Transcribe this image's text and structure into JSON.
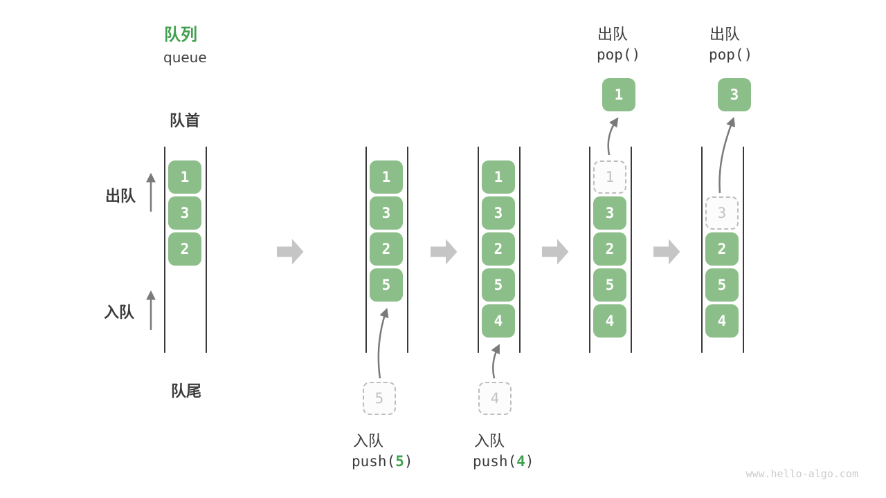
{
  "header": {
    "title": "队列",
    "subtitle": "queue"
  },
  "labels": {
    "front": "队首",
    "rear": "队尾",
    "dequeue": "出队",
    "enqueue": "入队"
  },
  "watermark": "www.hello-algo.com",
  "colors": {
    "accent_green": "#3fa14e",
    "box_green": "#8cbe8a",
    "box_text": "#ffffff",
    "ink": "#3c3c3e",
    "wall_line": "#3a3a3a",
    "thin_arrow": "#7a7a7c",
    "block_arrow": "#c5c5c5",
    "ghost_border": "#bdbdbd",
    "ghost_text": "#c2c2c4",
    "watermark": "#cccccc"
  },
  "states": {
    "s1": {
      "b1": "1",
      "b2": "3",
      "b3": "2"
    },
    "s2": {
      "b1": "1",
      "b2": "3",
      "b3": "2",
      "b4": "5"
    },
    "s3": {
      "b1": "1",
      "b2": "3",
      "b3": "2",
      "b4": "5",
      "b5": "4"
    },
    "s4": {
      "ghost": "1",
      "b2": "3",
      "b3": "2",
      "b4": "5",
      "b5": "4",
      "popped": "1"
    },
    "s5": {
      "ghost": "3",
      "b3": "2",
      "b4": "5",
      "b5": "4",
      "popped": "3"
    }
  },
  "ops": {
    "push5": {
      "label": "入队",
      "pre": "push(",
      "arg": "5",
      "post": ")",
      "pending": "5"
    },
    "push4": {
      "label": "入队",
      "pre": "push(",
      "arg": "4",
      "post": ")",
      "pending": "4"
    },
    "pop1": {
      "label": "出队",
      "code": "pop()"
    },
    "pop2": {
      "label": "出队",
      "code": "pop()"
    }
  }
}
